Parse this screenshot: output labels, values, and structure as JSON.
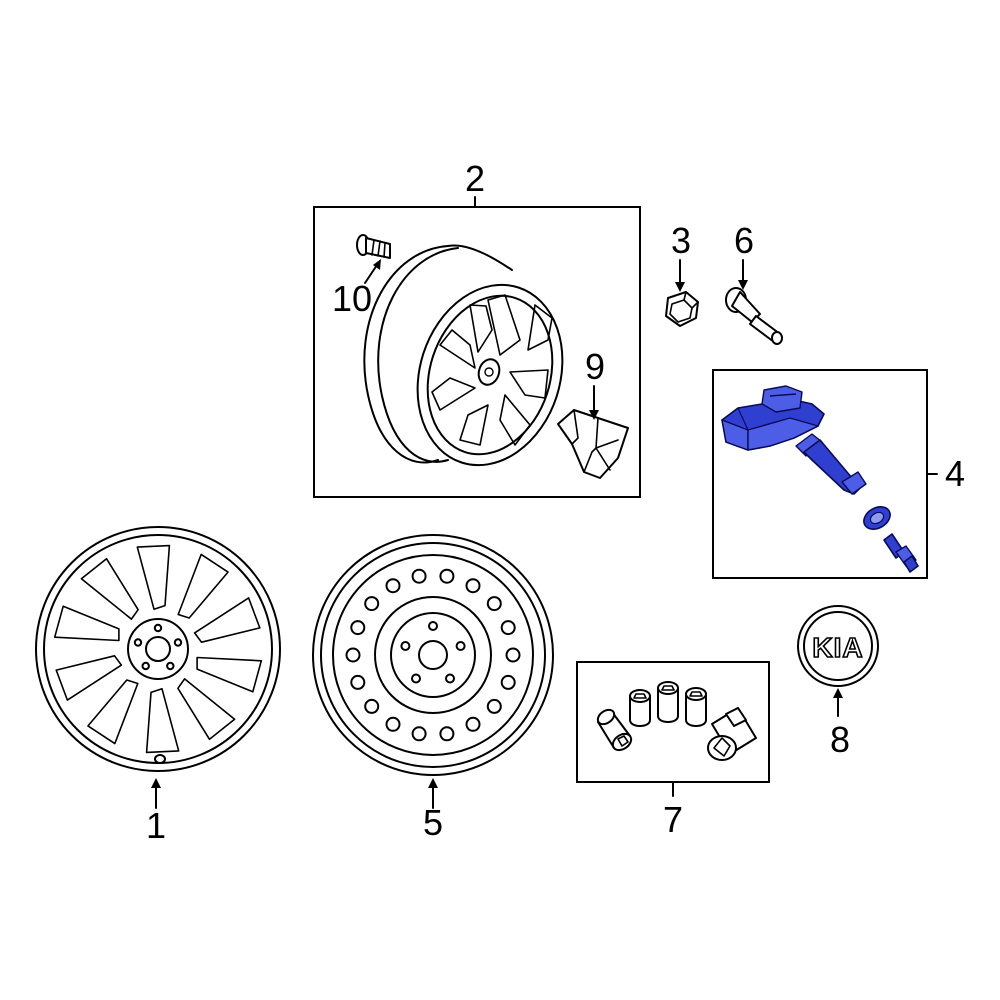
{
  "callouts": {
    "p1": "1",
    "p2": "2",
    "p3": "3",
    "p4": "4",
    "p5": "5",
    "p6": "6",
    "p7": "7",
    "p8": "8",
    "p9": "9",
    "p10": "10"
  },
  "emblem_text": "KIA",
  "highlight_color": "#2f3fcf"
}
